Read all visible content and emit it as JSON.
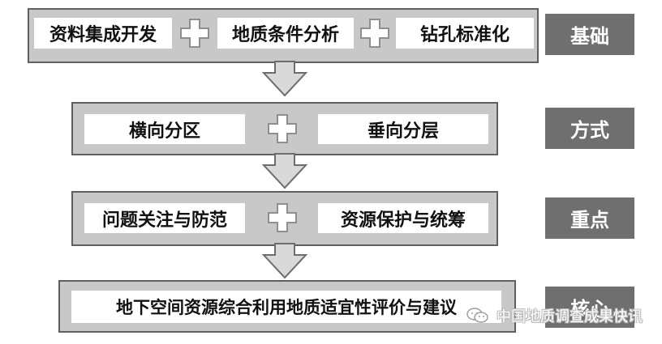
{
  "rows": [
    {
      "items": [
        "资料集成开发",
        "地质条件分析",
        "钻孔标准化"
      ],
      "tag": "基础"
    },
    {
      "items": [
        "横向分区",
        "垂向分层"
      ],
      "tag": "方式"
    },
    {
      "items": [
        "问题关注与防范",
        "资源保护与统筹"
      ],
      "tag": "重点"
    },
    {
      "items": [
        "地下空间资源综合利用地质适宜性评价与建议"
      ],
      "tag": "核心"
    }
  ],
  "watermark": {
    "text": "中国地质调查成果快讯",
    "icon": "wechat-icon"
  },
  "colors": {
    "panel_fill": "#c8c8c8",
    "panel_border": "#5f5f5f",
    "tag_fill": "#6f6f6f",
    "arrow_fill": "#d9d9d9",
    "plus_fill": "#ffffff"
  }
}
